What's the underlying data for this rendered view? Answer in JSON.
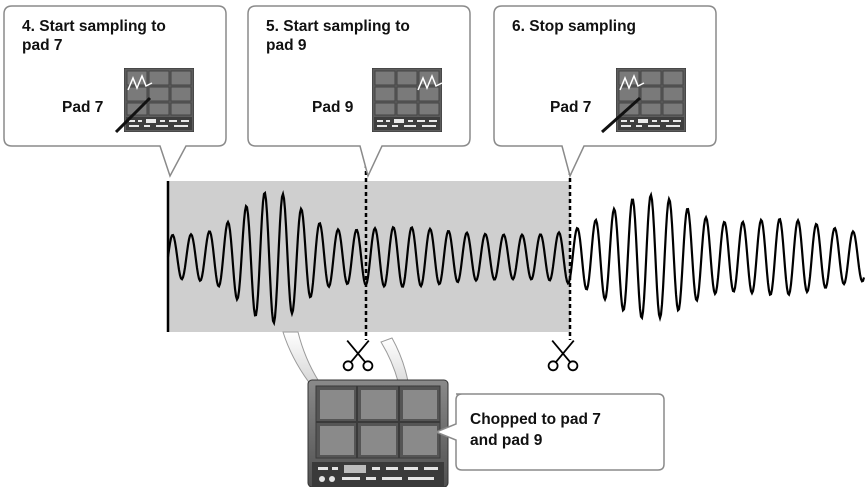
{
  "callouts": [
    {
      "title_line1": "4. Start sampling to",
      "title_line2": "pad 7",
      "pad_label": "Pad 7"
    },
    {
      "title_line1": "5. Start sampling to",
      "title_line2": "pad 9",
      "pad_label": "Pad 9"
    },
    {
      "title_line1": "6. Stop sampling",
      "title_line2": "",
      "pad_label": "Pad 7"
    }
  ],
  "result_callout": {
    "line1": "Chopped to pad 7",
    "line2": "and pad 9"
  },
  "colors": {
    "sampled_region": "#cfcfcf",
    "waveform": "#000000",
    "callout_border": "#8a8a8a",
    "device_body": "#6b6b6b"
  },
  "icons": [
    "scissors-icon",
    "pad-device-icon",
    "arrow-icon"
  ]
}
